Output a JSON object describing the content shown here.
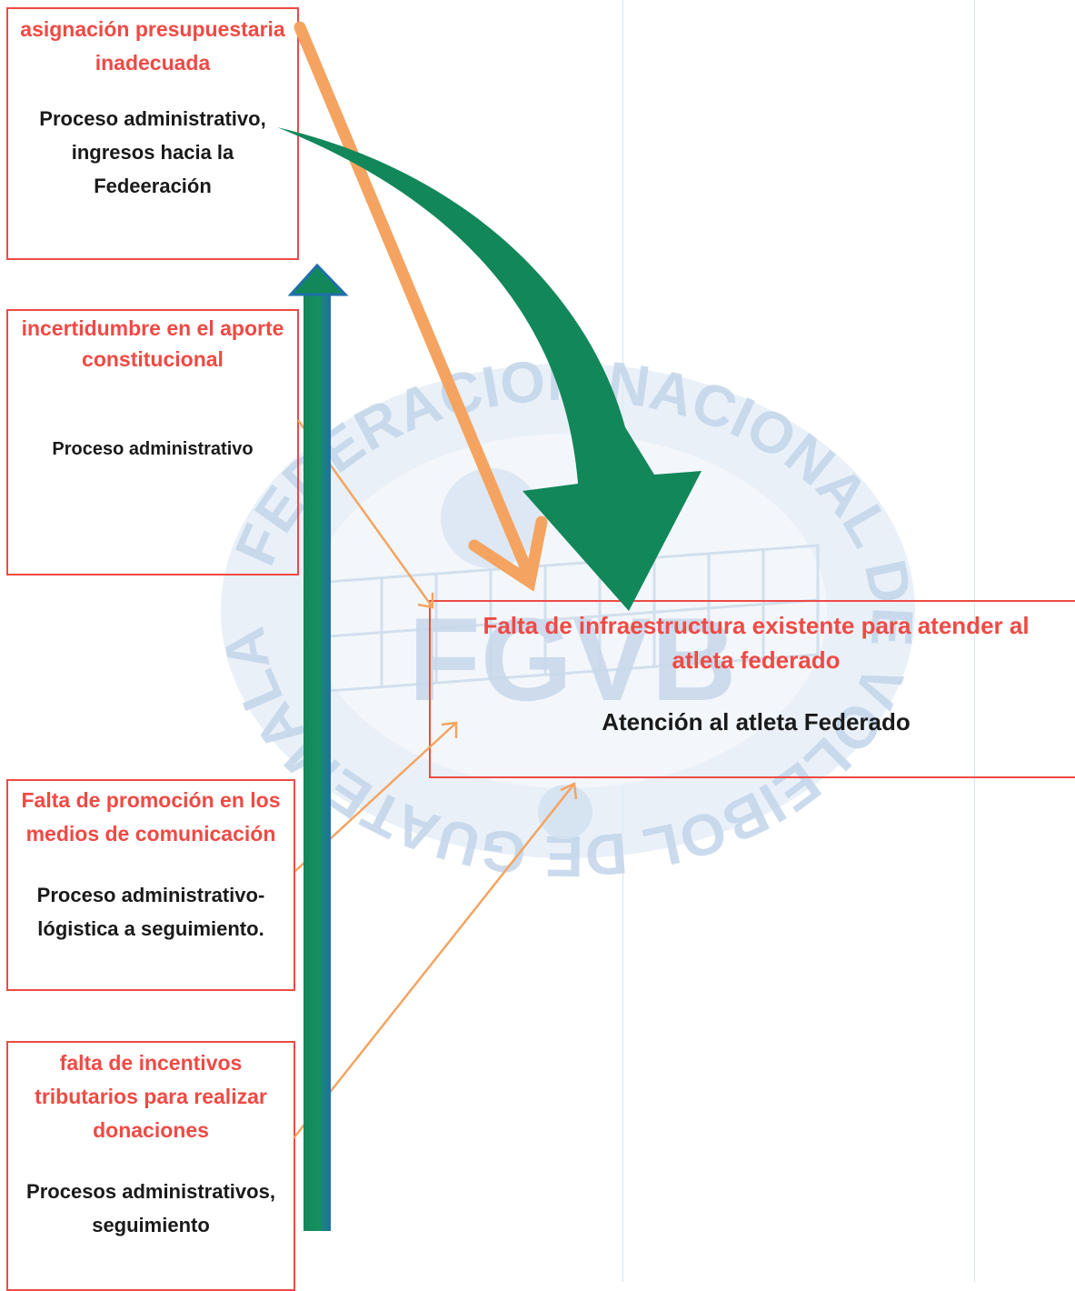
{
  "colors": {
    "box_border": "#ef4a44",
    "cause_text": "#ef4a44",
    "process_text": "#1a1a1a",
    "orange_arrow": "#f4a460",
    "green_arrow": "#12875a",
    "blue_edge": "#1f6fa8",
    "watermark": "#c7d9ee"
  },
  "watermark": {
    "outer_text": "FEDERACION NACIONAL DE VOLEIBOL DE GUATEMALA",
    "logo_text": "FGVB"
  },
  "causes": [
    {
      "title": "asignación presupuestaria inadecuada",
      "process": "Proceso administrativo, ingresos hacia la Fedeeración"
    },
    {
      "title": "incertidumbre en el aporte constitucional",
      "process": "Proceso administrativo"
    },
    {
      "title": "Falta de promoción en los medios de comunicación",
      "process": "Proceso administrativo- lógistica a seguimiento."
    },
    {
      "title": "falta de incentivos tributarios para realizar donaciones",
      "process": "Procesos administrativos, seguimiento"
    }
  ],
  "effect": {
    "title": "Falta de infraestructura existente para atender al atleta federado",
    "subtitle": "Atención al atleta Federado"
  }
}
